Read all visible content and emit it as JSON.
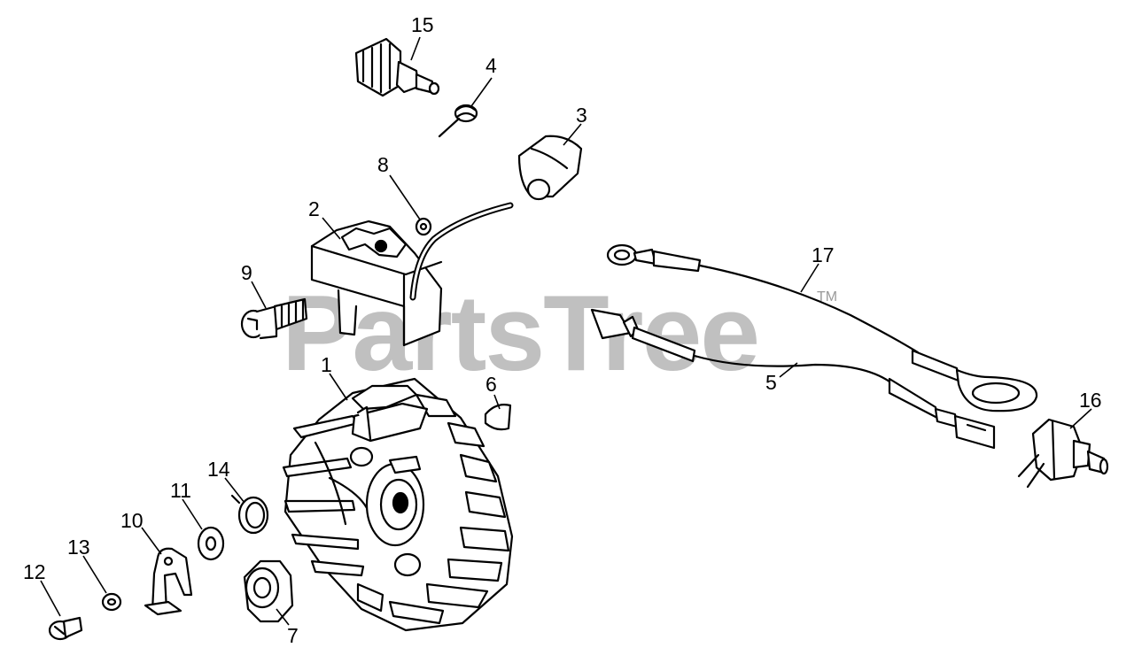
{
  "watermark": {
    "text": "PartsTree",
    "trademark": "TM"
  },
  "callouts": {
    "p1": "1",
    "p2": "2",
    "p3": "3",
    "p4": "4",
    "p5": "5",
    "p6": "6",
    "p7": "7",
    "p8": "8",
    "p9": "9",
    "p10": "10",
    "p11": "11",
    "p12": "12",
    "p13": "13",
    "p14": "14",
    "p15": "15",
    "p16": "16",
    "p17": "17"
  }
}
